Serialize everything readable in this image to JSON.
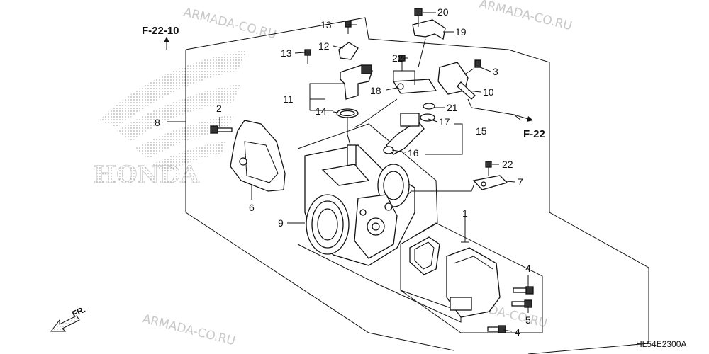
{
  "drawing_code": "HL54E2300A",
  "watermarks": [
    "ARMADA-CO.RU",
    "ARMADA-CO.RU",
    "ARMADA-CO.RU",
    "ARMADA-CO.RU"
  ],
  "logo_text": "HONDA",
  "direction_label": "FR.",
  "references": [
    "F-22-10",
    "F-22"
  ],
  "callouts": {
    "p1": "1",
    "p2": "2",
    "p3": "3",
    "p4a": "4",
    "p4b": "4",
    "p5": "5",
    "p6": "6",
    "p7": "7",
    "p8": "8",
    "p9": "9",
    "p10": "10",
    "p11": "11",
    "p12": "12",
    "p13a": "13",
    "p13b": "13",
    "p14": "14",
    "p15": "15",
    "p16": "16",
    "p17": "17",
    "p18": "18",
    "p19": "19",
    "p20": "20",
    "p21": "21",
    "p22a": "22",
    "p22b": "22"
  },
  "icons": {
    "logo": "honda-wing-logo-icon",
    "direction": "front-arrow-icon"
  }
}
